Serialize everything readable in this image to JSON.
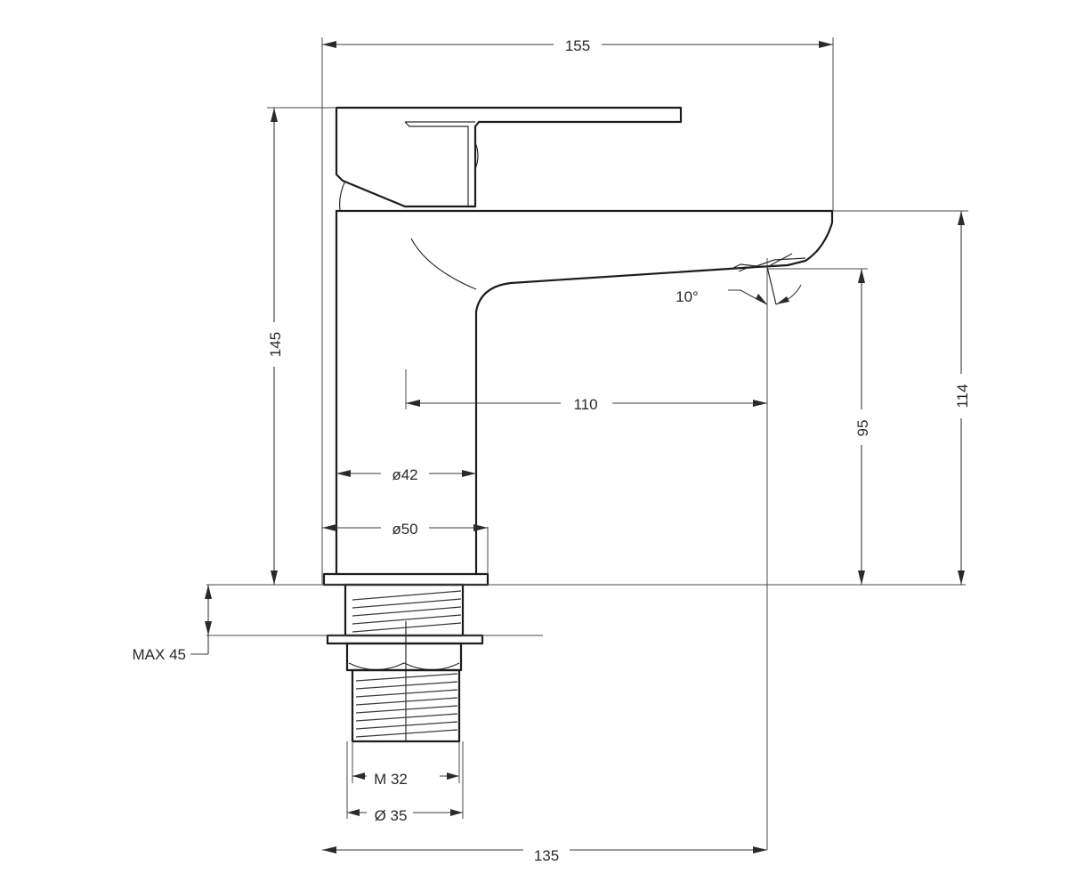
{
  "dimensions": {
    "overall_length": "155",
    "total_height": "145",
    "spout_height_top": "114",
    "spout_outlet_height": "95",
    "spout_reach": "110",
    "body_diameter": "ø42",
    "base_diameter": "ø50",
    "outlet_angle": "10°",
    "max_deck_thickness": "MAX 45",
    "thread": "M 32",
    "shank_diameter": "Ø 35",
    "base_to_outlet": "135"
  },
  "icons": {
    "faucet": "faucet-outline",
    "shank": "threaded-shank"
  }
}
